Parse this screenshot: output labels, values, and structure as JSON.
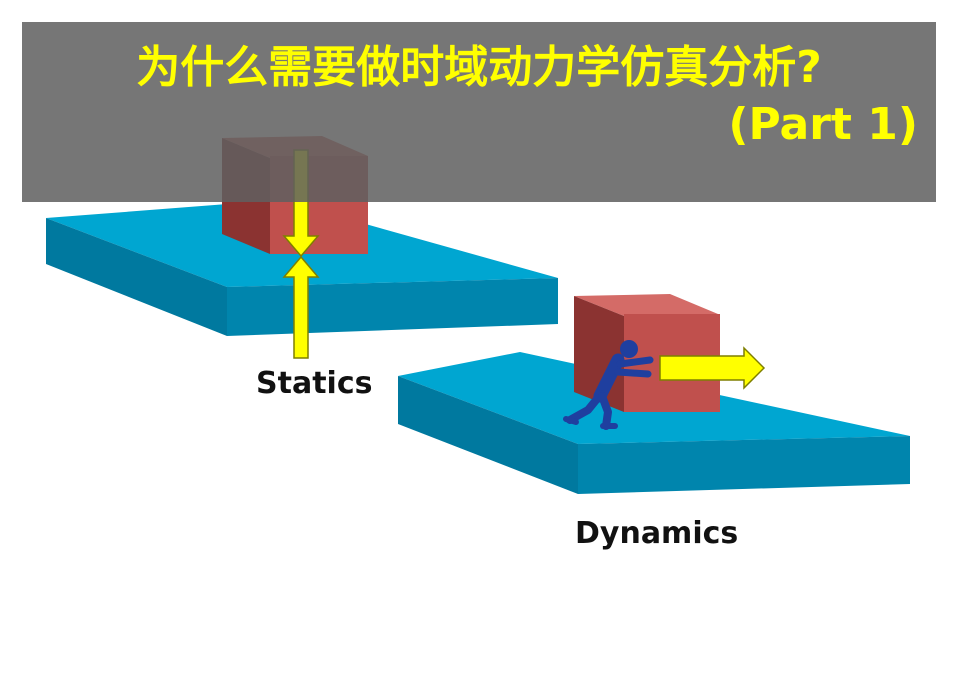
{
  "title": {
    "line1": "为什么需要做时域动力学仿真分析?",
    "line2": "(Part 1)"
  },
  "labels": {
    "statics": "Statics",
    "dynamics": "Dynamics"
  },
  "colors": {
    "platform_top": "#00a6d1",
    "platform_front": "#0085ad",
    "platform_side": "#00799f",
    "box_front": "#c0504d",
    "box_top": "#d46b67",
    "box_side": "#8b3331",
    "arrow_fill": "#ffff00",
    "arrow_stroke": "#7f7f00",
    "person": "#1f3f9f",
    "title_text": "#ffff00",
    "title_banner": "#606060"
  },
  "icons": {
    "person": "pushing-person-icon"
  }
}
